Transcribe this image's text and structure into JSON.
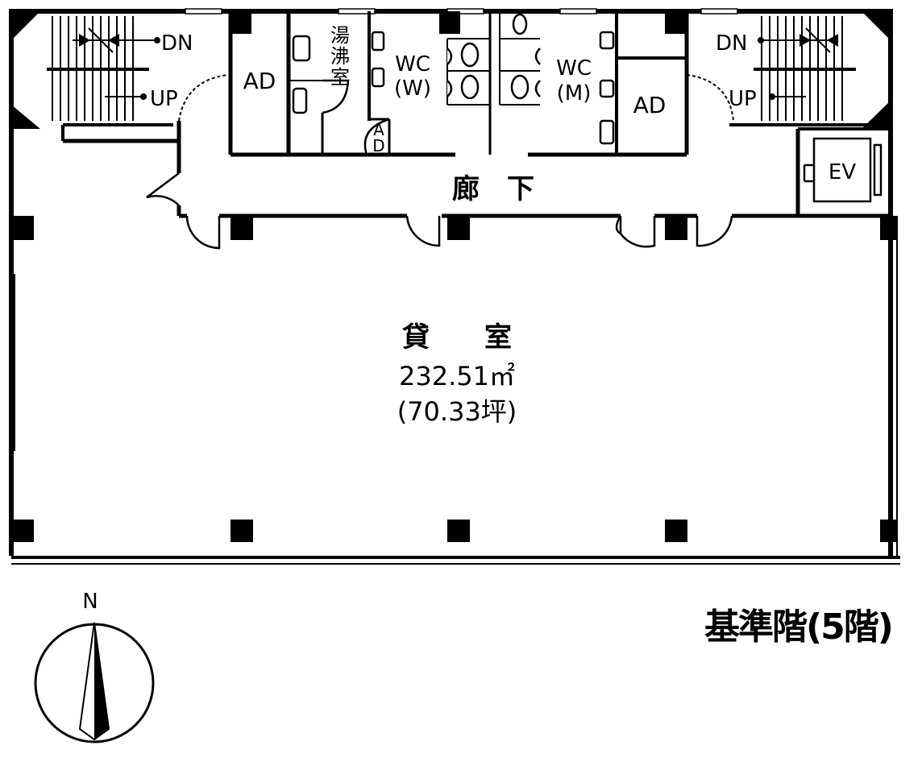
{
  "floor_title": "基準階(5階)",
  "compass": {
    "label": "N"
  },
  "rooms": {
    "rental": {
      "name": "貸　　室",
      "area_sqm": "232.51㎡",
      "area_tsubo": "(70.33坪)"
    },
    "corridor": "廊　下",
    "ad_left": "AD",
    "ad_right": "AD",
    "ad_small_top": "A",
    "ad_small_bottom": "D",
    "kitchen": [
      "湯",
      "沸",
      "室"
    ],
    "wc_women": {
      "line1": "WC",
      "line2": "(W)"
    },
    "wc_men": {
      "line1": "WC",
      "line2": "(M)"
    },
    "elevator": "EV"
  },
  "stairs": {
    "left": {
      "down": "DN",
      "up": "UP"
    },
    "right": {
      "down": "DN",
      "up": "UP"
    }
  }
}
